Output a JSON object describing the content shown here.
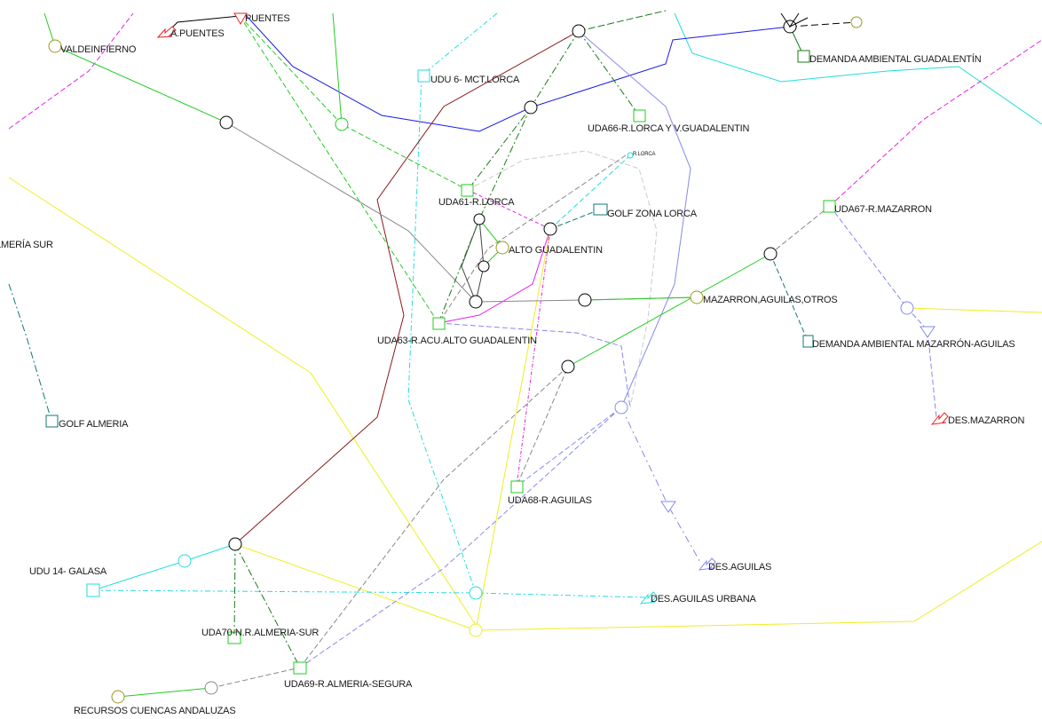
{
  "colors": {
    "green": "#22cc22",
    "darkgreen": "#1a7a1a",
    "blue": "#1a1ae6",
    "cyan": "#22dddd",
    "yellow": "#eeee22",
    "magenta": "#e622e6",
    "gray": "#888888",
    "lavender": "#8888ee",
    "darkred": "#8b1a1a",
    "teal": "#117777",
    "red": "#ee2222",
    "olive": "#999922"
  },
  "labels": {
    "puentes": "PUENTES",
    "a_puentes": "A.PUENTES",
    "valdeinfierno": "VALDEINFIERNO",
    "udu6": "UDU 6- MCT.LORCA",
    "demanda_guadalentin": "DEMANDA AMBIENTAL GUADALENTÍN",
    "uda66": "UDA66-R.LORCA Y V.GUADALENTIN",
    "r_lorca_small": "R.LORCA",
    "uda61": "UDA61-R.LORCA",
    "golf_lorca": "GOLF ZONA LORCA",
    "alto_guadalentin": "ALTO GUADALENTIN",
    "almeria_sur": "ALMERÍA SUR",
    "uda67": "UDA67-R.MAZARRON",
    "mazarron_aguilas": "MAZARRON,AGUILAS,OTROS",
    "uda63": "UDA63-R.ACU.ALTO GUADALENTIN",
    "demanda_mazarron": "DEMANDA AMBIENTAL MAZARRÓN-AGUILAS",
    "des_mazarron": "DES.MAZARRON",
    "golf_almeria": "GOLF ALMERIA",
    "uda68": "UDA68-R.AGUILAS",
    "des_aguilas": "DES.AGUILAS",
    "udu14": "UDU 14- GALASA",
    "des_aguilas_urbana": "DES.AGUILAS URBANA",
    "uda70": "UDA70-N.R.ALMERIA-SUR",
    "uda69": "UDA69-R.ALMERIA-SEGURA",
    "recursos_andaluzas": "RECURSOS CUENCAS ANDALUZAS"
  }
}
